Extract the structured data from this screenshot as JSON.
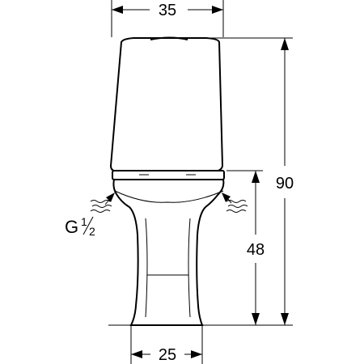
{
  "drawing": {
    "dimensions": {
      "tank_width": "35",
      "total_height": "90",
      "seat_height": "48",
      "base_width": "25"
    },
    "connection_label": {
      "letter": "G",
      "fraction_num": "1",
      "fraction_den": "2"
    }
  }
}
